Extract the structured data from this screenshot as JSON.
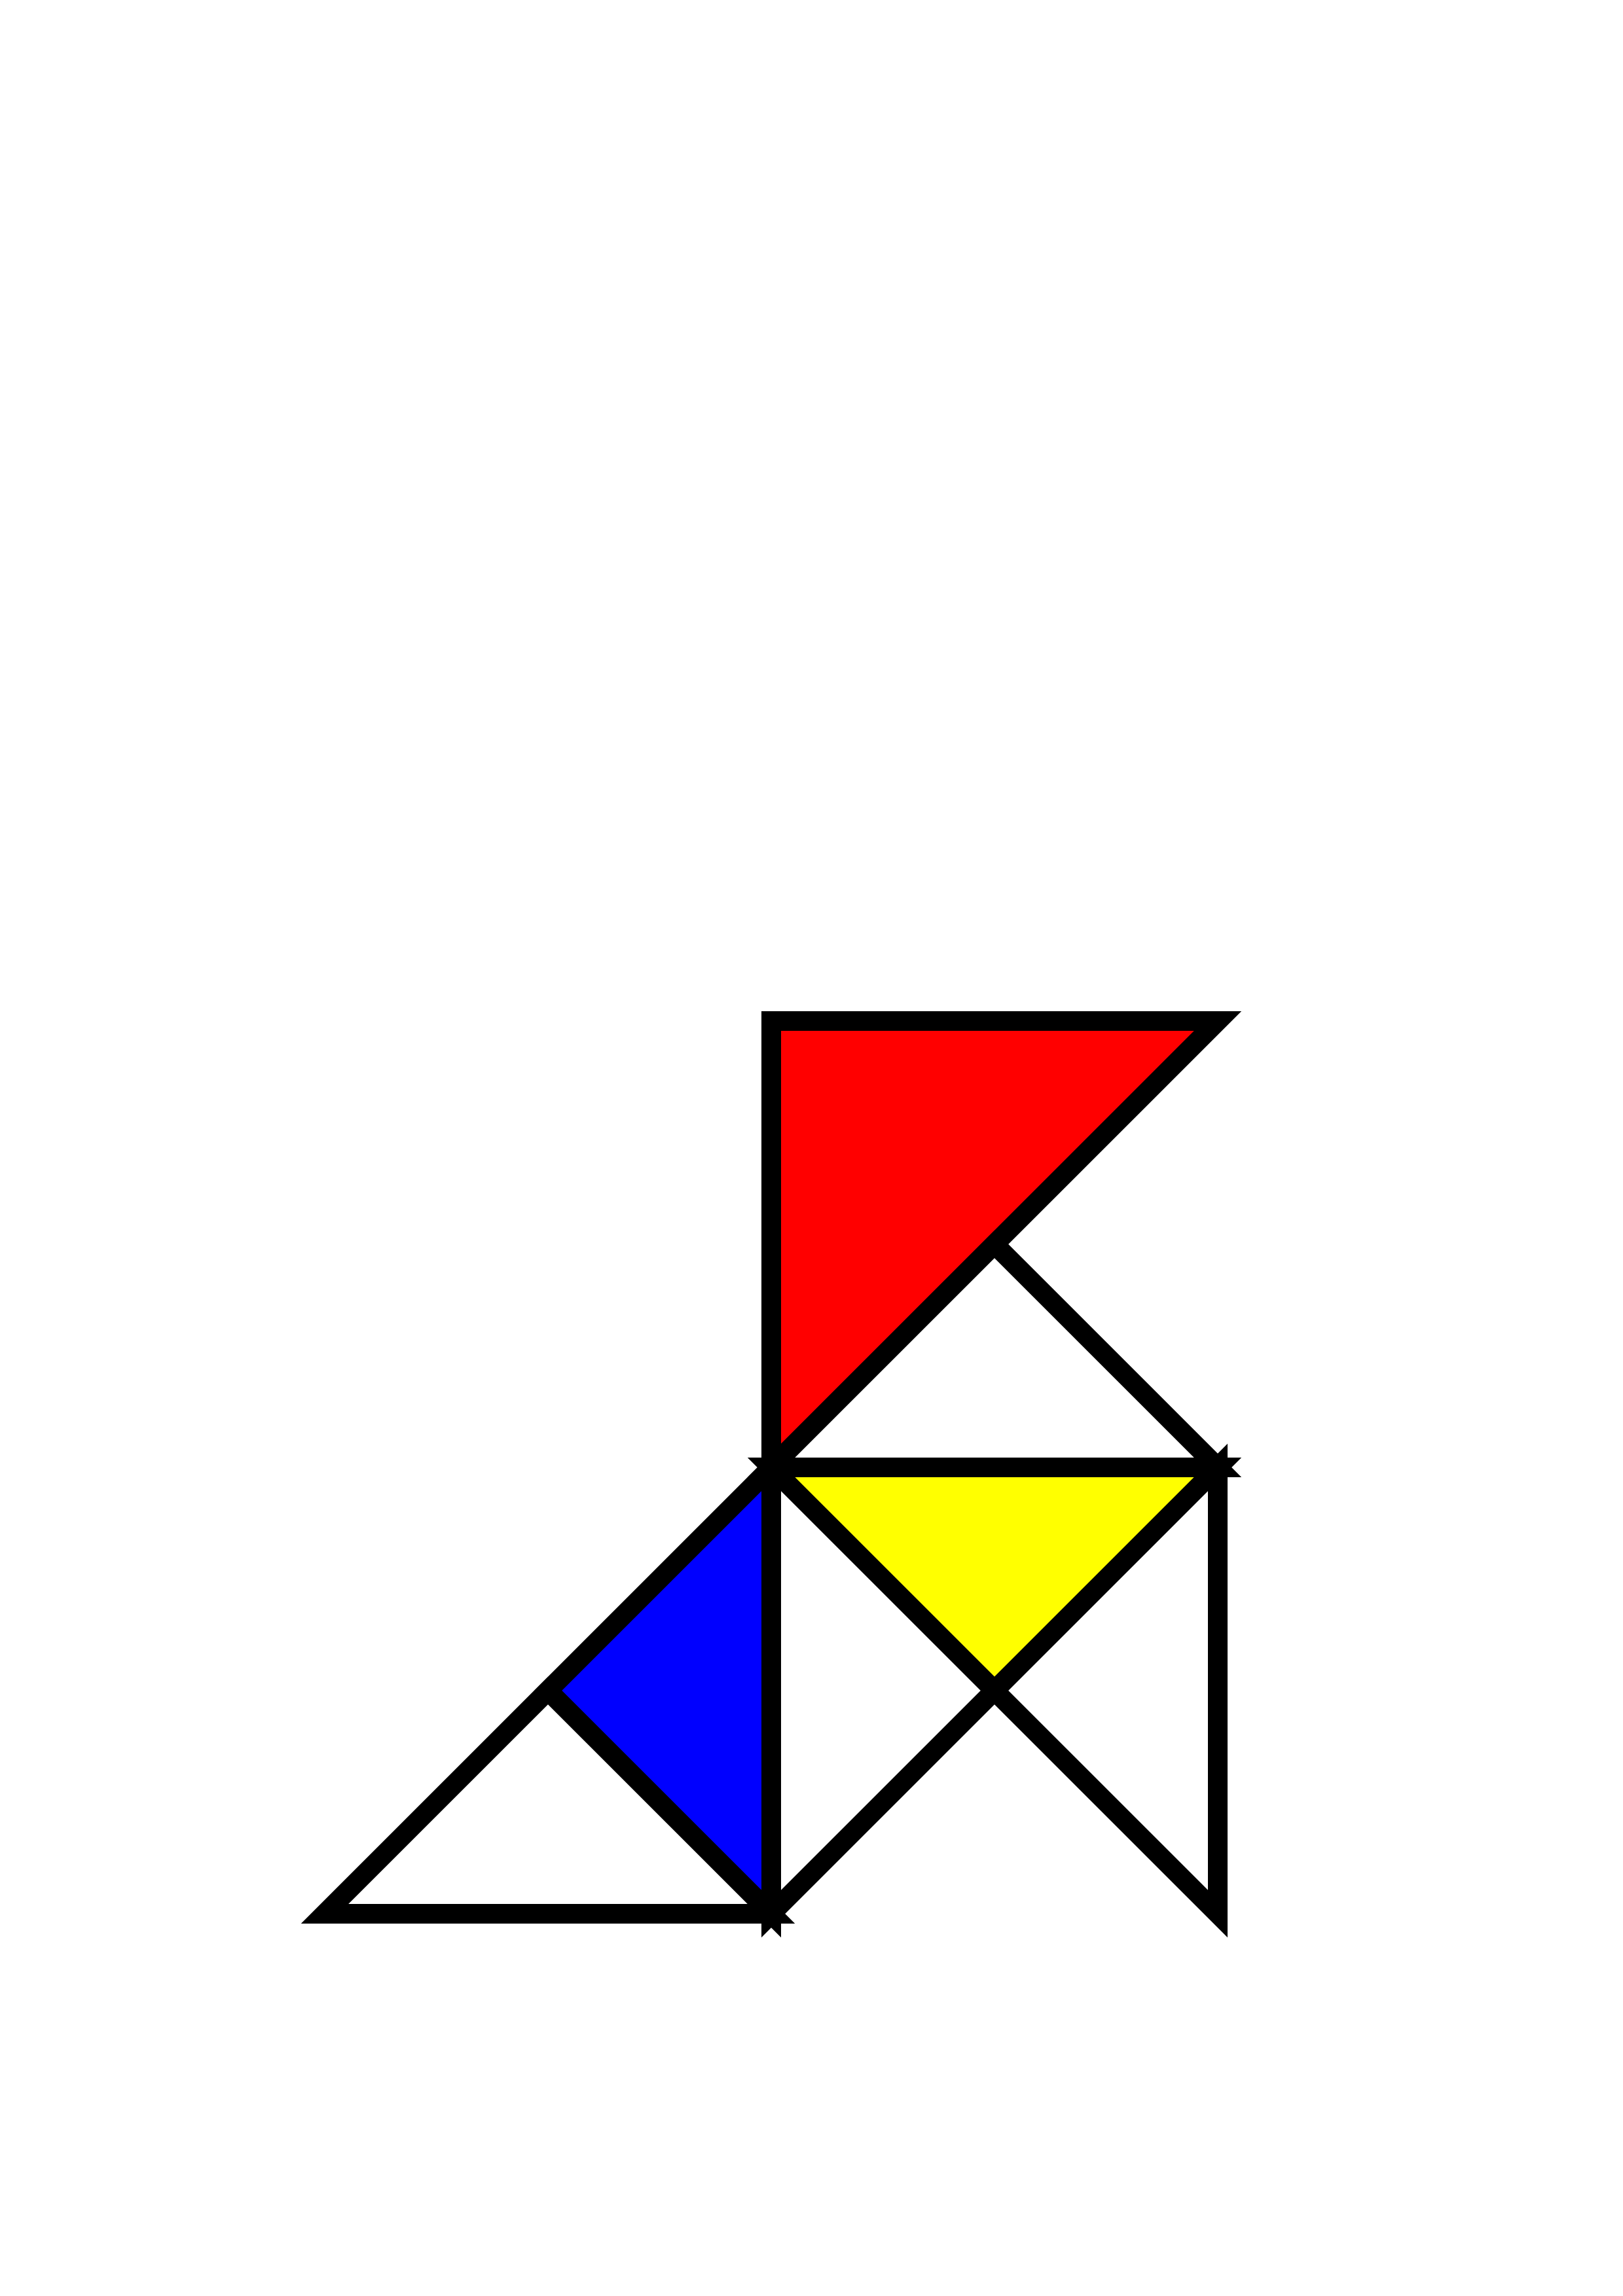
{
  "figure": {
    "kind": "tangram",
    "background": "#ffffff",
    "outline_color": "#000000",
    "pieces": [
      {
        "name": "red-large-triangle",
        "fill": "#ff0000"
      },
      {
        "name": "white-upper-triangle",
        "fill": "#ffffff"
      },
      {
        "name": "yellow-triangle",
        "fill": "#ffff00"
      },
      {
        "name": "white-center-triangle",
        "fill": "#ffffff"
      },
      {
        "name": "white-right-triangle",
        "fill": "#ffffff"
      },
      {
        "name": "blue-triangle",
        "fill": "#0000ff"
      },
      {
        "name": "white-lower-left-triangle",
        "fill": "#ffffff"
      }
    ]
  }
}
